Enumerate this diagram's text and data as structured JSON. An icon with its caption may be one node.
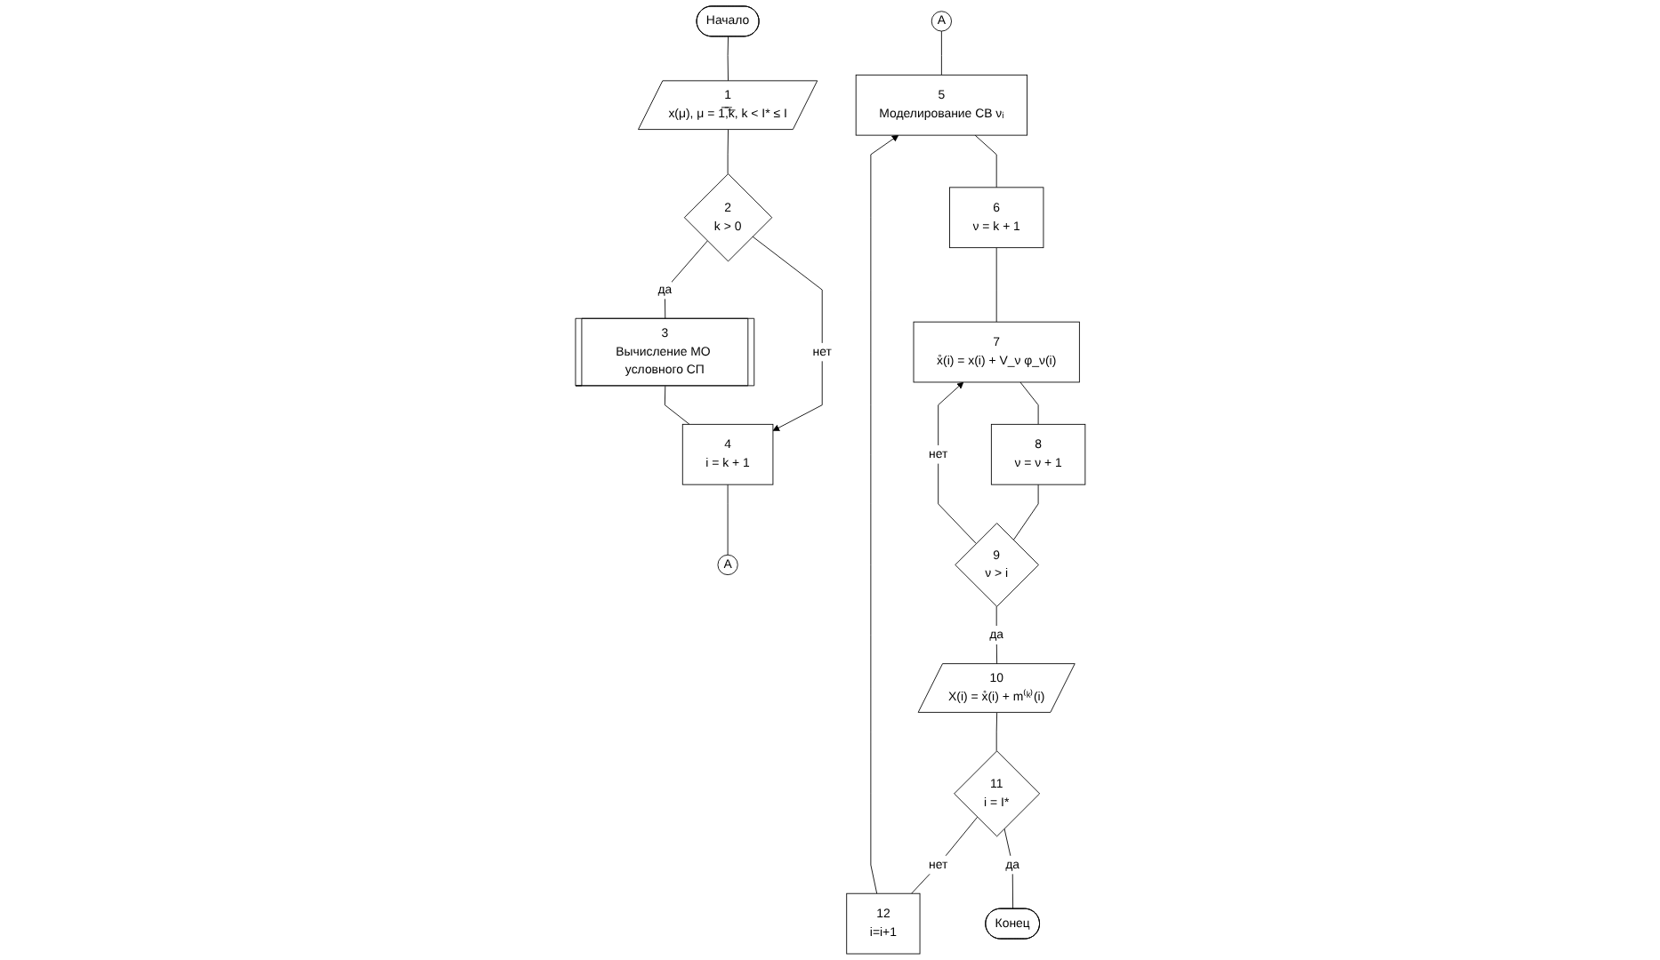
{
  "diagram": {
    "nodes": [
      {
        "text": [
          "Начало"
        ]
      },
      {
        "text": [
          "1",
          "x(μ),  μ = 1̅,̅k̅, k < I* ≤ I"
        ]
      },
      {
        "text": [
          "2",
          "k > 0"
        ]
      },
      {
        "text": [
          "3",
          "Вычисление МО условного СП"
        ]
      },
      {
        "text": [
          "4",
          "i = k + 1"
        ]
      },
      {
        "text": [
          "A"
        ]
      },
      {
        "text": [
          "A"
        ]
      },
      {
        "text": [
          "5",
          "Моделирование СВ νᵢ"
        ]
      },
      {
        "text": [
          "6",
          "ν = k + 1"
        ]
      },
      {
        "text": [
          "7",
          "x̊(i) = x(i) + V_ν φ_ν(i)"
        ]
      },
      {
        "text": [
          "8",
          "ν = ν + 1"
        ]
      },
      {
        "text": [
          "9",
          "ν > i"
        ]
      },
      {
        "text": [
          "10",
          "X(i) = x̊(i) + m⁽ᵏ⁾(i)"
        ]
      },
      {
        "text": [
          "11",
          "i = I*"
        ]
      },
      {
        "text": [
          "12",
          "i=i+1"
        ]
      },
      {
        "text": [
          "Конец"
        ]
      }
    ],
    "edges": [
      {
        "from": 0,
        "to": 1,
        "arrow": "none"
      },
      {
        "from": 1,
        "to": 2,
        "arrow": "none"
      },
      {
        "from": 2,
        "to": 3,
        "arrow": "none",
        "label": "да"
      },
      {
        "from": 2,
        "to": 4,
        "arrow": "to",
        "label": "нет"
      },
      {
        "from": 3,
        "to": 4,
        "arrow": "none"
      },
      {
        "from": 4,
        "to": 5,
        "arrow": "none"
      },
      {
        "from": 6,
        "to": 7,
        "arrow": "none"
      },
      {
        "from": 7,
        "to": 8,
        "arrow": "none"
      },
      {
        "from": 8,
        "to": 9,
        "arrow": "none"
      },
      {
        "from": 9,
        "to": 10,
        "arrow": "none"
      },
      {
        "from": 10,
        "to": 11,
        "arrow": "none"
      },
      {
        "from": 11,
        "to": 9,
        "arrow": "to",
        "label": "нет"
      },
      {
        "from": 11,
        "to": 12,
        "arrow": "none",
        "label": "да"
      },
      {
        "from": 12,
        "to": 13,
        "arrow": "none"
      },
      {
        "from": 13,
        "to": 14,
        "arrow": "none",
        "label": "нет"
      },
      {
        "from": 14,
        "to": 7,
        "arrow": "to"
      },
      {
        "from": 13,
        "to": 15,
        "arrow": "none",
        "label": "да"
      }
    ]
  }
}
